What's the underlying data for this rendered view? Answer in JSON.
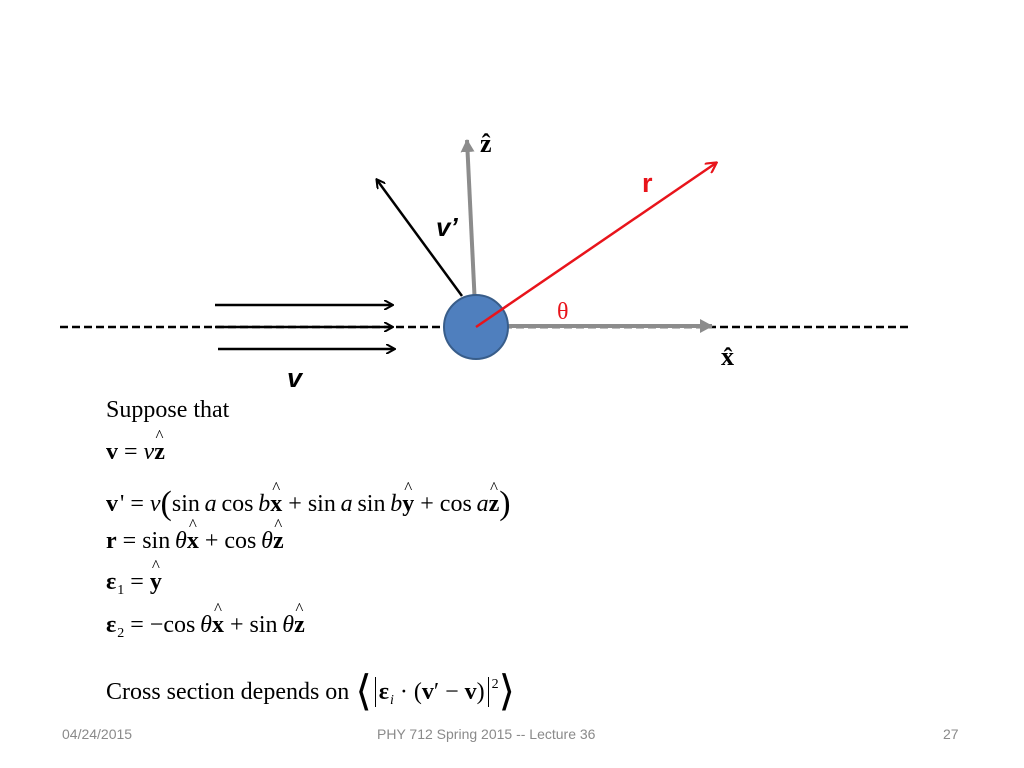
{
  "diagram": {
    "labels": {
      "z_hat": "ẑ",
      "x_hat": "x̂",
      "r": "r",
      "v_prime": "v’",
      "v": "v",
      "theta": "θ"
    },
    "colors": {
      "r_arrow": "#e8141b",
      "axis_arrow": "#8c8c8c",
      "sphere_fill": "#4f7fbe",
      "sphere_stroke": "#385d8a",
      "ink": "#000000"
    }
  },
  "text": {
    "suppose": "Suppose that",
    "cross_section": "Cross section depends on"
  },
  "footer": {
    "date": "04/24/2015",
    "title": "PHY 712  Spring 2015 -- Lecture 36",
    "page": "27"
  }
}
